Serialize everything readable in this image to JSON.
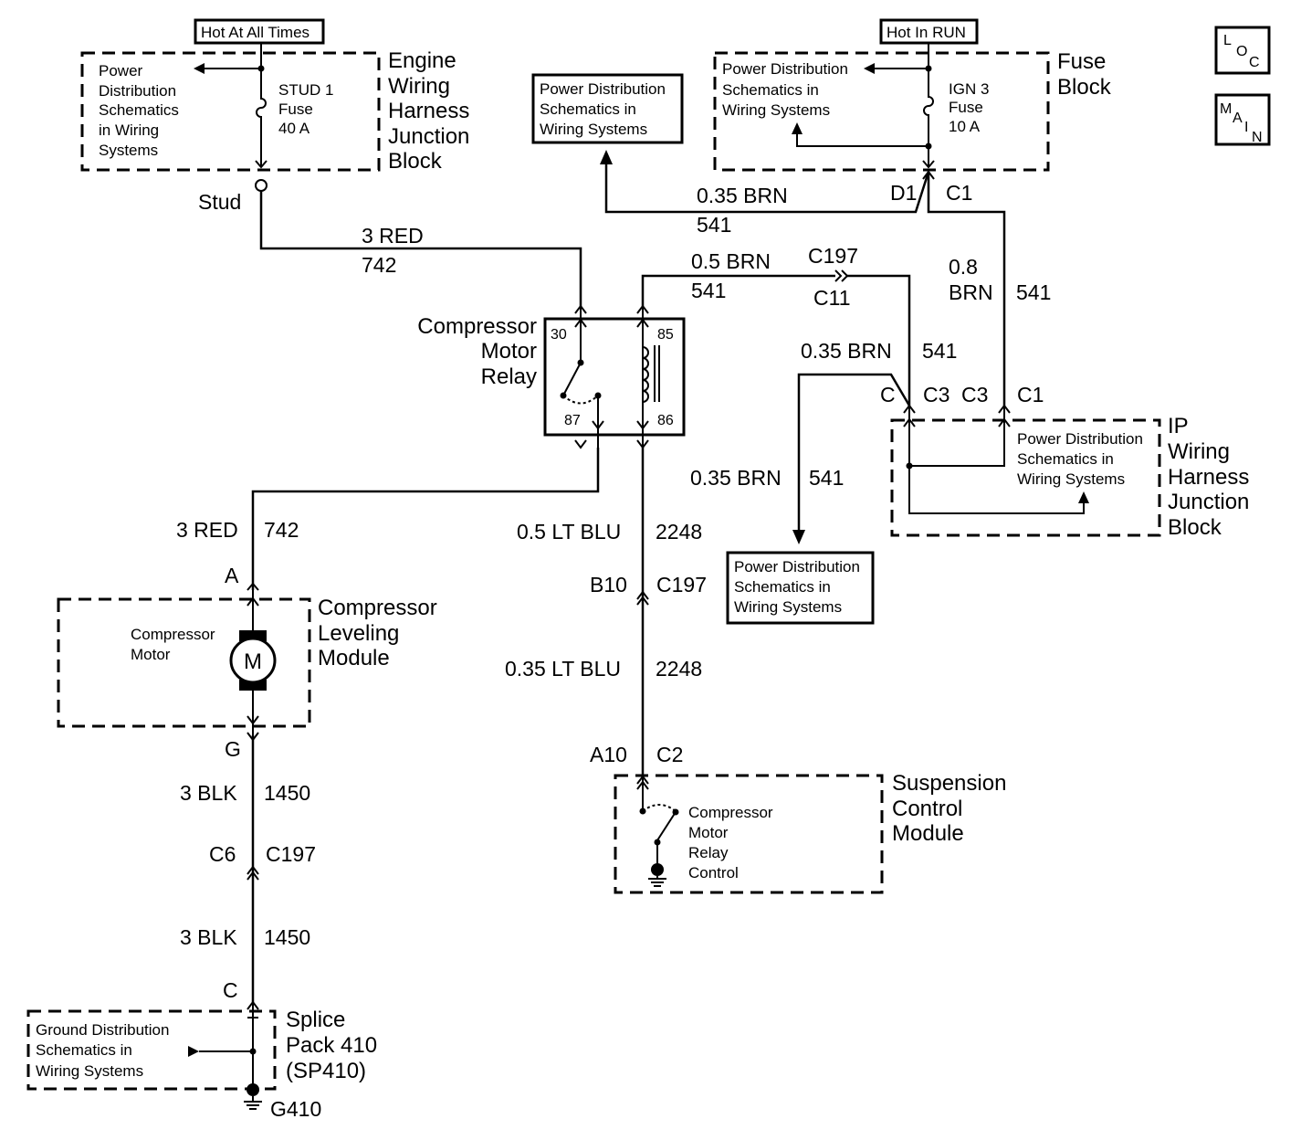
{
  "nav": {
    "loc": [
      "L",
      "O",
      "C"
    ],
    "main": [
      "M",
      "A",
      "I",
      "N"
    ]
  },
  "hot_labels": {
    "always": "Hot At All Times",
    "run": "Hot In RUN"
  },
  "engine_block": {
    "name": [
      "Engine",
      "Wiring",
      "Harness",
      "Junction",
      "Block"
    ],
    "ref": [
      "Power",
      "Distribution",
      "Schematics",
      "in Wiring",
      "Systems"
    ],
    "fuse": [
      "STUD 1",
      "Fuse",
      "40 A"
    ],
    "stud": "Stud"
  },
  "fuse_block": {
    "name": [
      "Fuse",
      "Block"
    ],
    "ref": [
      "Power Distribution",
      "Schematics in",
      "Wiring Systems"
    ],
    "fuse": [
      "IGN 3",
      "Fuse",
      "10 A"
    ],
    "pins": [
      "D1",
      "C1"
    ]
  },
  "pd_ref_box": [
    "Power Distribution",
    "Schematics in",
    "Wiring Systems"
  ],
  "relay": {
    "name": [
      "Compressor",
      "Motor",
      "Relay"
    ],
    "pins": [
      "30",
      "87",
      "85",
      "86"
    ]
  },
  "ip_block": {
    "name": [
      "IP",
      "Wiring",
      "Harness",
      "Junction",
      "Block"
    ],
    "ref": [
      "Power Distribution",
      "Schematics in",
      "Wiring Systems"
    ],
    "pins": [
      "C",
      "C3",
      "C3",
      "C1"
    ]
  },
  "clm": {
    "name": [
      "Compressor",
      "Leveling",
      "Module"
    ],
    "motor": [
      "Compressor",
      "Motor"
    ],
    "motor_symbol": "M",
    "pins": [
      "A",
      "G"
    ]
  },
  "scm": {
    "name": [
      "Suspension",
      "Control",
      "Module"
    ],
    "control": [
      "Compressor",
      "Motor",
      "Relay",
      "Control"
    ]
  },
  "splice": {
    "name": [
      "Splice",
      "Pack 410",
      "(SP410)"
    ],
    "ref": [
      "Ground Distribution",
      "Schematics in",
      "Wiring Systems"
    ],
    "ground": "G410"
  },
  "wires": [
    {
      "gauge": "3 RED",
      "circuit": "742"
    },
    {
      "gauge": "0.35 BRN",
      "circuit": "541"
    },
    {
      "gauge": "0.5 BRN",
      "circuit": "541"
    },
    {
      "gauge": "0.8",
      "gauge2": "BRN",
      "circuit": "541"
    },
    {
      "gauge": "0.35 BRN",
      "circuit": "541"
    },
    {
      "gauge": "0.35 BRN",
      "circuit": "541"
    },
    {
      "gauge": "3 RED",
      "circuit": "742"
    },
    {
      "gauge": "0.5 LT BLU",
      "circuit": "2248"
    },
    {
      "gauge": "0.35 LT BLU",
      "circuit": "2248"
    },
    {
      "gauge": "3 BLK",
      "circuit": "1450"
    },
    {
      "gauge": "3 BLK",
      "circuit": "1450"
    }
  ],
  "connectors": {
    "c197_top": "C197",
    "c11": "C11",
    "b10": "B10",
    "c197_mid": "C197",
    "a10": "A10",
    "c2": "C2",
    "c6": "C6",
    "c197_low": "C197",
    "c": "C"
  }
}
